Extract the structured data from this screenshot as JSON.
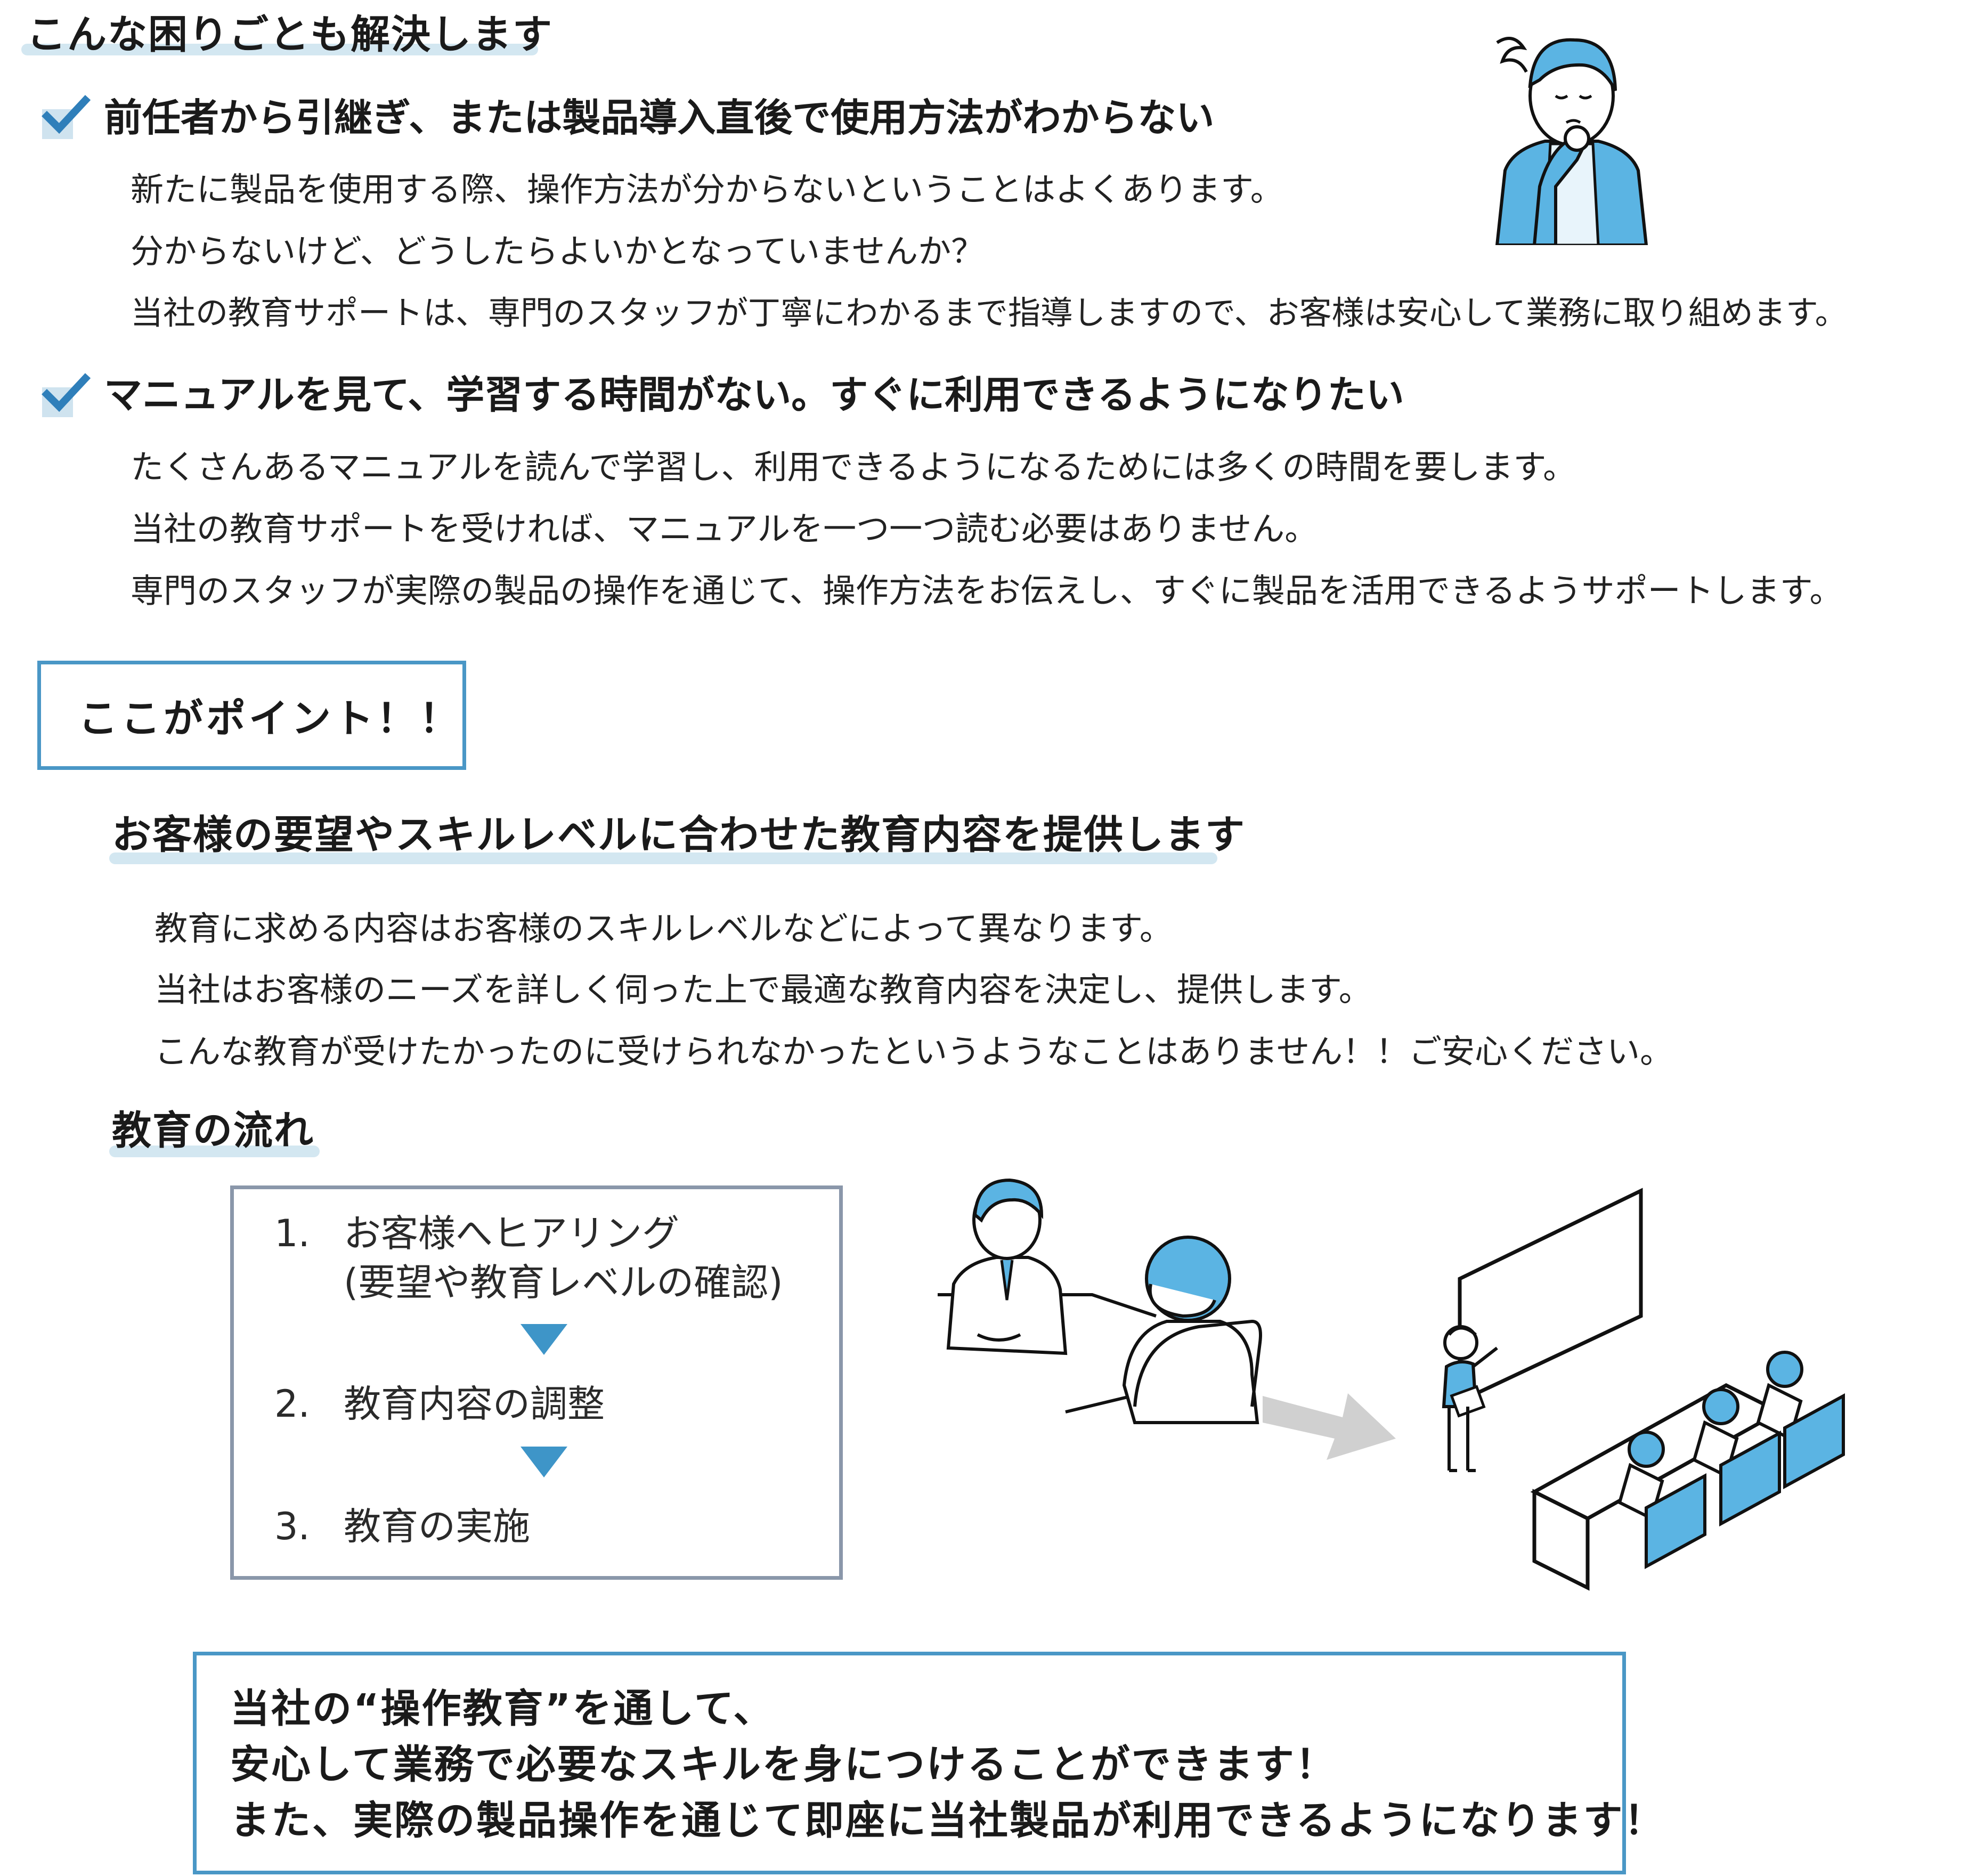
{
  "header": {
    "title": "こんな困りごとも解決します"
  },
  "problems": [
    {
      "title": "前任者から引継ぎ、または製品導入直後で使用方法がわからない",
      "lines": [
        "新たに製品を使用する際、操作方法が分からないということはよくあります。",
        "分からないけど、どうしたらよいかとなっていませんか？",
        "当社の教育サポートは、専門のスタッフが丁寧にわかるまで指導しますので、お客様は安心して業務に取り組めます。"
      ]
    },
    {
      "title": "マニュアルを見て、学習する時間がない。すぐに利用できるようになりたい",
      "lines": [
        "たくさんあるマニュアルを読んで学習し、利用できるようになるためには多くの時間を要します。",
        "当社の教育サポートを受ければ、マニュアルを一つ一つ読む必要はありません。",
        "専門のスタッフが実際の製品の操作を通じて、操作方法をお伝えし、すぐに製品を活用できるようサポートします。"
      ]
    }
  ],
  "point": {
    "label": "ここがポイント！！"
  },
  "feature": {
    "title": "お客様の要望やスキルレベルに合わせた教育内容を提供します",
    "lines": [
      "教育に求める内容はお客様のスキルレベルなどによって異なります。",
      "当社はお客様のニーズを詳しく伺った上で最適な教育内容を決定し、提供します。",
      "こんな教育が受けたかったのに受けられなかったというようなことはありません！！ご安心ください。"
    ]
  },
  "flow": {
    "title": "教育の流れ",
    "steps": [
      {
        "num": "1.",
        "label": "お客様へヒアリング",
        "sub": "(要望や教育レベルの確認)"
      },
      {
        "num": "2.",
        "label": "教育内容の調整"
      },
      {
        "num": "3.",
        "label": "教育の実施"
      }
    ]
  },
  "summary": {
    "lines": [
      "当社の“操作教育”を通して、",
      "安心して業務で必要なスキルを身につけることができます！",
      "また、実際の製品操作を通じて即座に当社製品が利用できるようになります！"
    ]
  },
  "colors": {
    "accent": "#3e95c8",
    "highlight": "#d3e7f1",
    "flow_border": "#8a97aa",
    "arrow_gray": "#d0d0d0",
    "figure_blue": "#5bb4e3"
  }
}
